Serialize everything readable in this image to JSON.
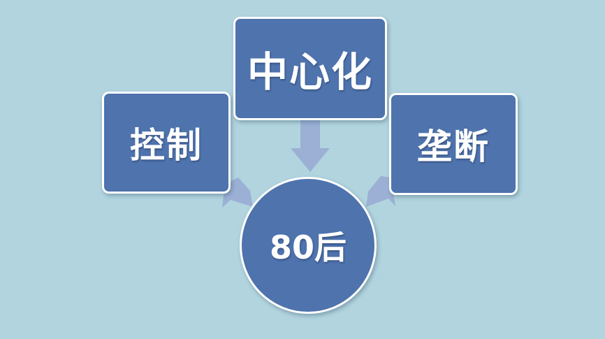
{
  "diagram": {
    "top_box": {
      "label": "中心化"
    },
    "left_box": {
      "label": "控制"
    },
    "right_box": {
      "label": "垄断"
    },
    "center_circle": {
      "label": "80后"
    }
  },
  "colors": {
    "background": "#b1d4df",
    "shape_fill": "#4e73ad",
    "shape_border": "#ffffff",
    "arrow": "#9bb0d4",
    "text": "#ffffff"
  }
}
